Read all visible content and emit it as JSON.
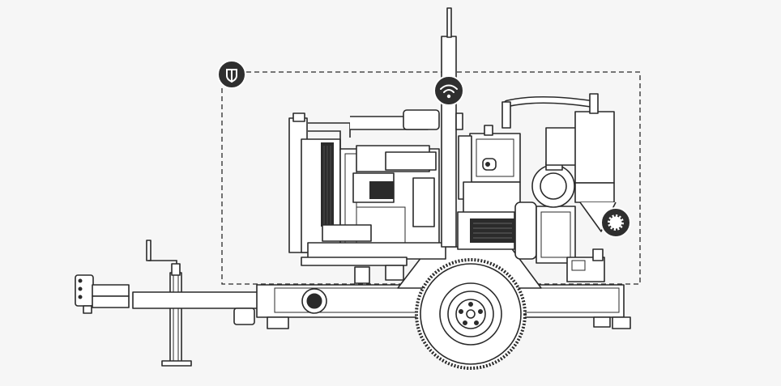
{
  "diagram": {
    "subject": "trailer-mounted-pump-unit",
    "colors": {
      "background": "#f6f6f6",
      "line": "#2a2a2a",
      "badge": "#2f2f2f",
      "badge_icon": "#ffffff"
    },
    "badges": [
      {
        "name": "shield-badge-icon",
        "icon": "shield"
      },
      {
        "name": "wifi-badge-icon",
        "icon": "wifi"
      },
      {
        "name": "gear-badge-icon",
        "icon": "gear"
      }
    ],
    "highlight_region": {
      "style": "dashed",
      "covers": "engine-and-pump-assembly"
    }
  }
}
